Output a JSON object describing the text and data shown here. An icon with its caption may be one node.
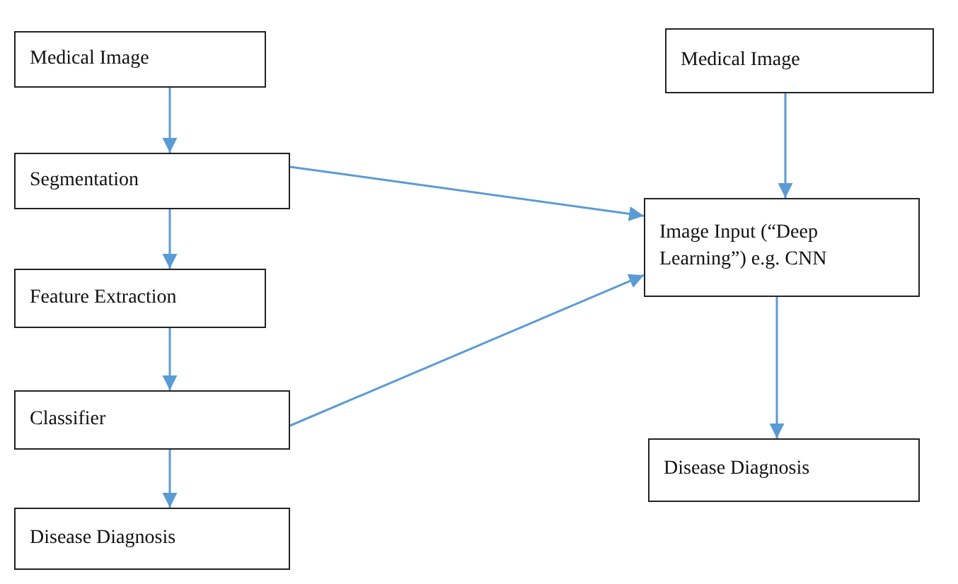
{
  "diagram": {
    "nodes": [
      {
        "text": [
          "Medical Image"
        ]
      },
      {
        "text": [
          "Segmentation"
        ]
      },
      {
        "text": [
          "Feature Extraction"
        ]
      },
      {
        "text": [
          "Classifier"
        ]
      },
      {
        "text": [
          "Disease Diagnosis"
        ]
      },
      {
        "text": [
          "Medical Image"
        ]
      },
      {
        "text": [
          "Image Input (“Deep Learning”) e.g. CNN"
        ]
      },
      {
        "text": [
          "Disease Diagnosis"
        ]
      }
    ],
    "edges": [
      {
        "from": 0,
        "to": 1,
        "arrow": "to"
      },
      {
        "from": 1,
        "to": 2,
        "arrow": "to"
      },
      {
        "from": 2,
        "to": 3,
        "arrow": "to"
      },
      {
        "from": 3,
        "to": 4,
        "arrow": "to"
      },
      {
        "from": 1,
        "to": 6,
        "arrow": "to"
      },
      {
        "from": 3,
        "to": 6,
        "arrow": "to"
      },
      {
        "from": 5,
        "to": 6,
        "arrow": "to"
      },
      {
        "from": 6,
        "to": 7,
        "arrow": "to"
      }
    ]
  }
}
